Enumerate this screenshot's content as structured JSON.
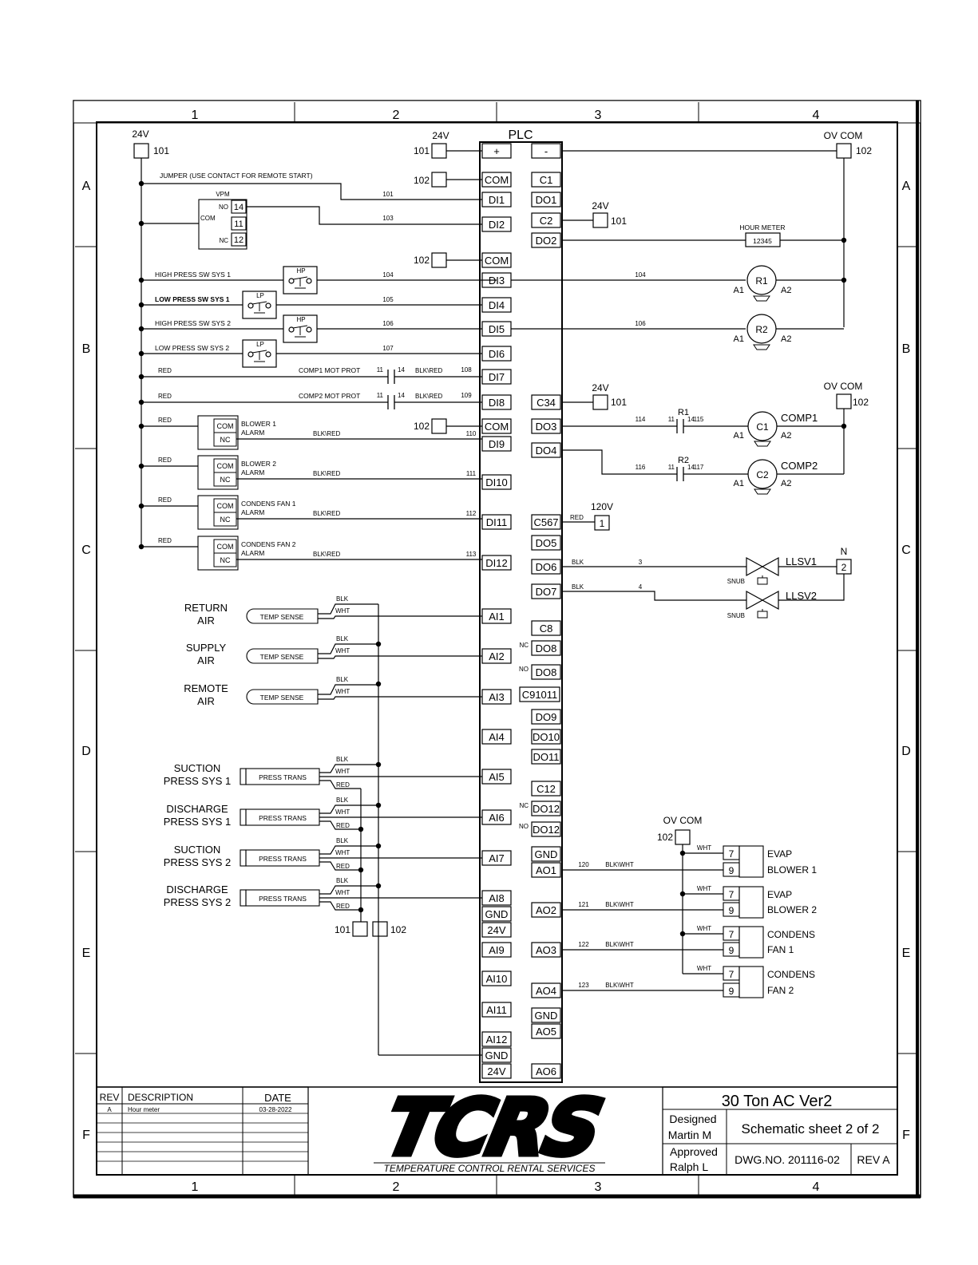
{
  "grid": {
    "cols": [
      "1",
      "2",
      "3",
      "4"
    ],
    "rows": [
      "A",
      "B",
      "C",
      "D",
      "E",
      "F"
    ]
  },
  "plc": {
    "title": "PLC",
    "left": [
      "+",
      "COM",
      "DI1",
      "DI2",
      "COM",
      "DI3",
      "DI4",
      "DI5",
      "DI6",
      "DI7",
      "DI8",
      "COM",
      "DI9",
      "DI10",
      "DI11",
      "DI12",
      "AI1",
      "AI2",
      "AI3",
      "AI4",
      "AI5",
      "AI6",
      "AI7",
      "AI8",
      "GND",
      "24V",
      "AI9",
      "AI10",
      "AI11",
      "AI12",
      "GND",
      "24V"
    ],
    "right": [
      "-",
      "C1",
      "DO1",
      "C2",
      "DO2",
      "C34",
      "DO3",
      "DO4",
      "C567",
      "DO5",
      "DO6",
      "DO7",
      "C8",
      "DO8",
      "DO8",
      "C91011",
      "DO9",
      "DO10",
      "DO11",
      "C12",
      "DO12",
      "DO12",
      "GND",
      "AO1",
      "AO2",
      "AO3",
      "AO4",
      "GND",
      "AO5",
      "AO6"
    ],
    "nc_nc": [
      "NC",
      "NO",
      "NC",
      "NO"
    ]
  },
  "power": {
    "v24": "24V",
    "ov_com": "OV COM",
    "v120": "120V",
    "n": "N",
    "t101": "101",
    "t102": "102",
    "t1": "1",
    "t2": "2"
  },
  "inputs": {
    "jumper": "JUMPER (USE CONTACT FOR REMOTE START)",
    "vpm": "VPM",
    "vpm_no": "NO",
    "vpm_com": "COM",
    "vpm_nc": "NC",
    "vpm_14": "14",
    "vpm_11": "11",
    "vpm_12": "12",
    "hp": "HP",
    "lp": "LP",
    "hp1": "HIGH PRESS SW SYS 1",
    "lp1": "LOW PRESS SW SYS 1",
    "hp2": "HIGH PRESS SW SYS 2",
    "lp2": "LOW PRESS SW SYS 2",
    "red": "RED",
    "blkred": "BLK\\RED",
    "comp1_prot": "COMP1 MOT PROT",
    "comp2_prot": "COMP2 MOT PROT",
    "p11": "11",
    "p14": "14",
    "com": "COM",
    "nc": "NC",
    "alarm": "ALARM",
    "blower1": "BLOWER 1",
    "blower2": "BLOWER 2",
    "condfan1": "CONDENS FAN 1",
    "condfan2": "CONDENS FAN 2",
    "w101": "101",
    "w103": "103",
    "w104": "104",
    "w105": "105",
    "w106": "106",
    "w107": "107",
    "w108": "108",
    "w109": "109",
    "w110": "110",
    "w111": "111",
    "w112": "112",
    "w113": "113"
  },
  "sensors": {
    "temp_sense": "TEMP SENSE",
    "press_trans": "PRESS TRANS",
    "blk": "BLK",
    "wht": "WHT",
    "red": "RED",
    "return1": "RETURN",
    "return2": "AIR",
    "supply1": "SUPPLY",
    "supply2": "AIR",
    "remote1": "REMOTE",
    "remote2": "AIR",
    "suc1a": "SUCTION",
    "suc1b": "PRESS SYS 1",
    "dis1a": "DISCHARGE",
    "dis1b": "PRESS SYS 1",
    "suc2a": "SUCTION",
    "suc2b": "PRESS SYS 2",
    "dis2a": "DISCHARGE",
    "dis2b": "PRESS SYS 2"
  },
  "outputs": {
    "hour_meter": "HOUR METER",
    "hour_value": "12345",
    "r1": "R1",
    "r2": "R2",
    "a1": "A1",
    "a2": "A2",
    "c1": "C1",
    "c2": "C2",
    "comp1": "COMP1",
    "comp2": "COMP2",
    "w114": "114",
    "w115": "115",
    "w116": "116",
    "w117": "117",
    "red": "RED",
    "blk": "BLK",
    "w3": "3",
    "w4": "4",
    "llsv1": "LLSV1",
    "llsv2": "LLSV2",
    "snub": "SNUB",
    "wht": "WHT",
    "blkwht": "BLK\\WHT",
    "w120": "120",
    "w121": "121",
    "w122": "122",
    "w123": "123",
    "t7": "7",
    "t9": "9",
    "evap_b1a": "EVAP",
    "evap_b1b": "BLOWER 1",
    "evap_b2a": "EVAP",
    "evap_b2b": "BLOWER 2",
    "cf1a": "CONDENS",
    "cf1b": "FAN 1",
    "cf2a": "CONDENS",
    "cf2b": "FAN 2"
  },
  "title_block": {
    "rev_h": "REV",
    "desc_h": "DESCRIPTION",
    "date_h": "DATE",
    "rev1": "A",
    "desc1": "Hour meter",
    "date1": "03-28-2022",
    "logo": "TCRS",
    "company": "TEMPERATURE CONTROL RENTAL SERVICES",
    "title": "30 Ton AC Ver2",
    "designed_l": "Designed",
    "designed_n": "Martin M",
    "approved_l": "Approved",
    "approved_n": "Ralph L",
    "sheet": "Schematic sheet 2 of 2",
    "dwg": "DWG.NO. 201116-02",
    "rev": "REV A"
  },
  "colors": {
    "ink": "#000000",
    "logo_yellow": "#f6c200",
    "border_gray": "#cfcfcf"
  }
}
